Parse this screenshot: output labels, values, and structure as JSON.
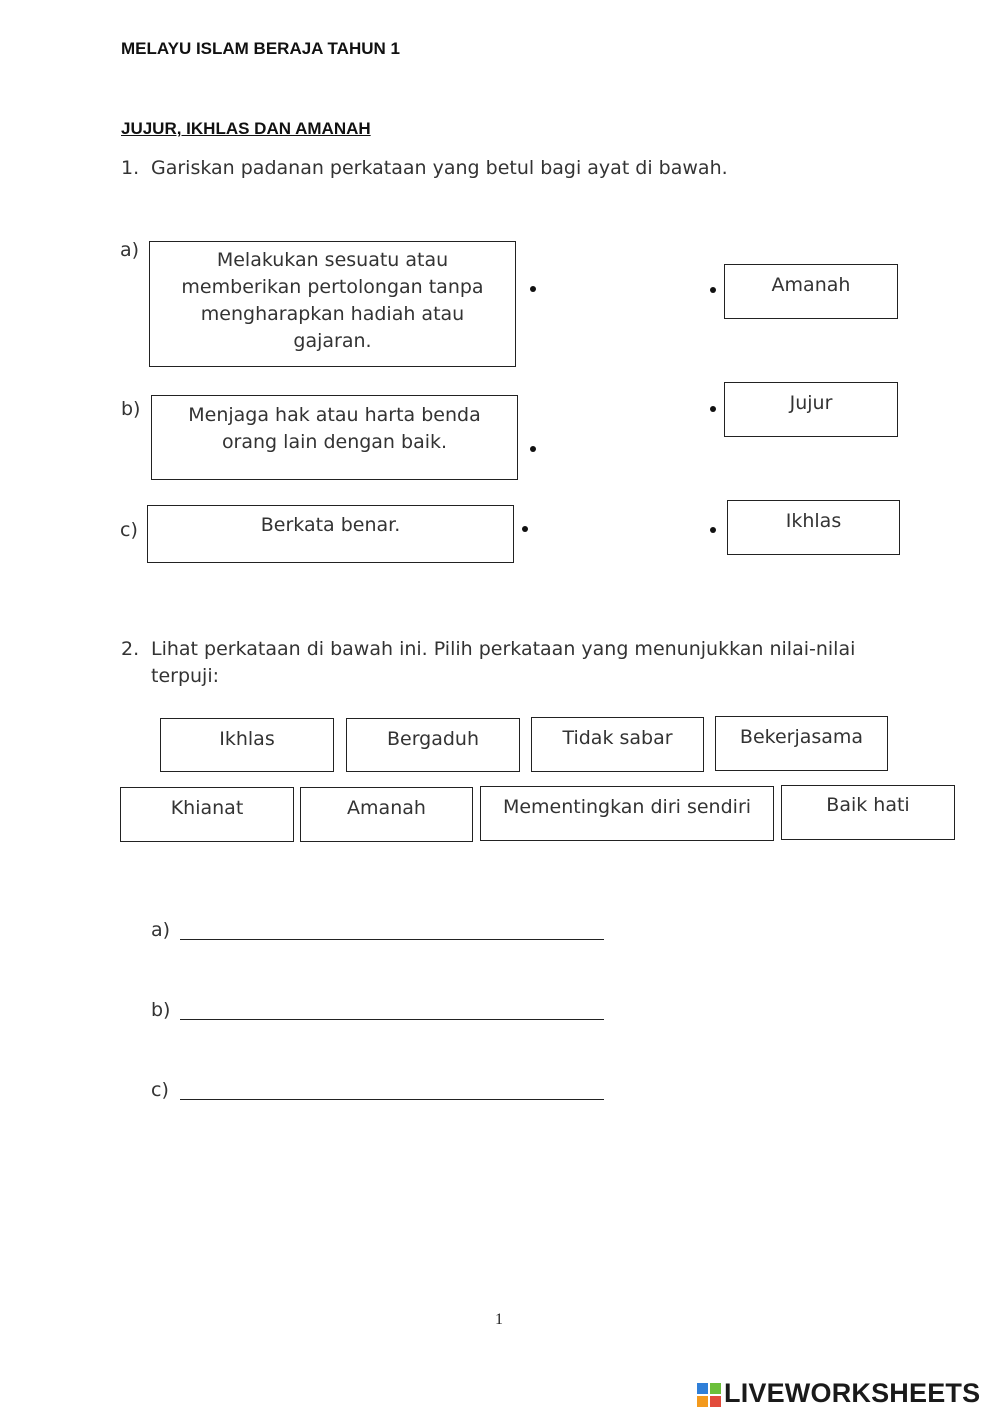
{
  "header": {
    "title": "MELAYU ISLAM BERAJA TAHUN 1"
  },
  "topic": "JUJUR, IKHLAS DAN AMANAH",
  "q1": {
    "number": "1.",
    "instruction": "Gariskan padanan perkataan yang betul bagi ayat di bawah.",
    "items": [
      {
        "label": "a)",
        "text": "Melakukan sesuatu atau memberikan pertolongan tanpa mengharapkan hadiah atau gajaran."
      },
      {
        "label": "b)",
        "text": "Menjaga hak atau harta benda orang lain dengan baik."
      },
      {
        "label": "c)",
        "text": "Berkata benar."
      }
    ],
    "answers": [
      "Amanah",
      "Jujur",
      "Ikhlas"
    ]
  },
  "q2": {
    "number": "2.",
    "instruction": "Lihat perkataan di bawah ini. Pilih perkataan yang menunjukkan nilai-nilai terpuji:",
    "row1": [
      "Ikhlas",
      "Bergaduh",
      "Tidak sabar",
      "Bekerjasama"
    ],
    "row2": [
      "Khianat",
      "Amanah",
      "Mementingkan diri sendiri",
      "Baik hati"
    ],
    "answer_labels": [
      "a)",
      "b)",
      "c)"
    ]
  },
  "footer": {
    "page_number": "1",
    "brand": "LIVEWORKSHEETS"
  },
  "colors": {
    "text": "#333333",
    "border": "#222222",
    "logo_blue": "#2f7fd8",
    "logo_green": "#6bbf3a",
    "logo_orange": "#f39a1e",
    "logo_red": "#e24b3b"
  }
}
